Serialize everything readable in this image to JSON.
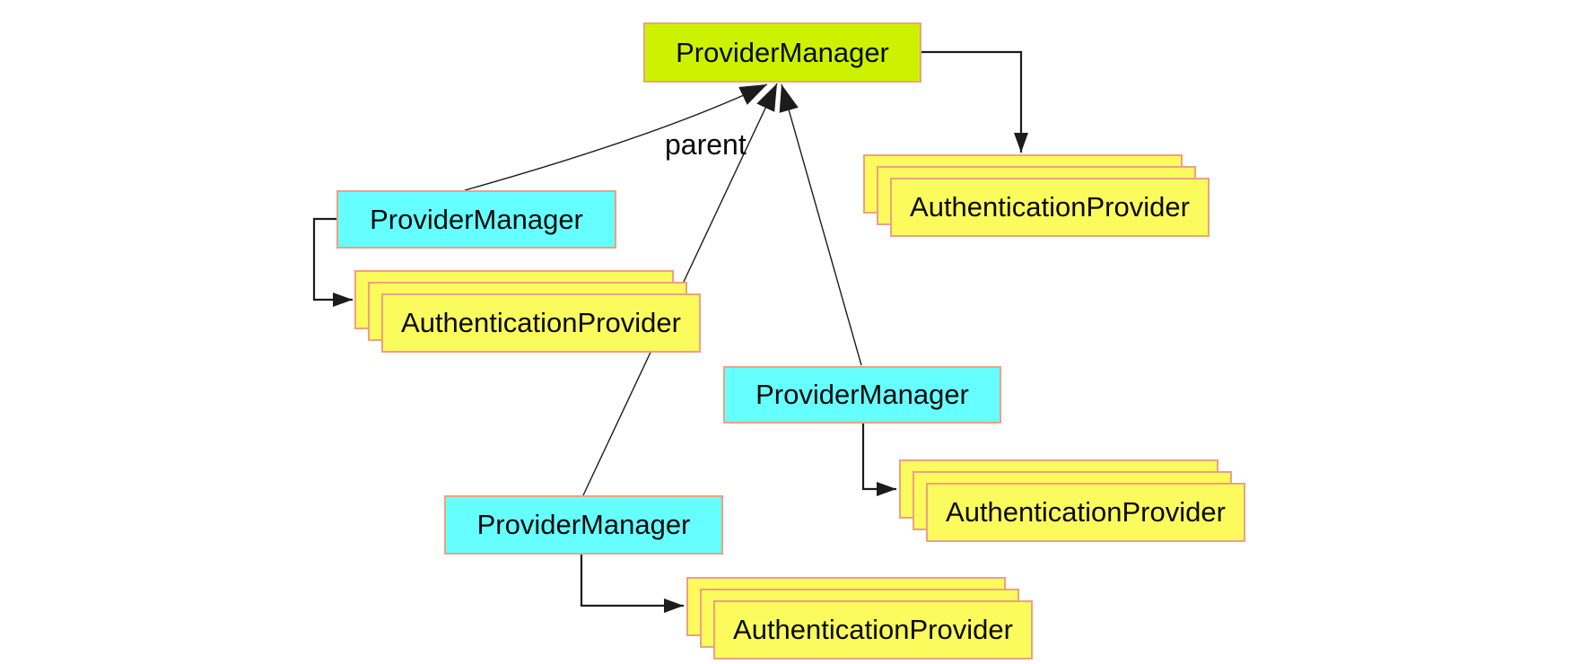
{
  "colors": {
    "root_fill": "#ccf202",
    "manager_fill": "#66ffff",
    "provider_fill": "#fbfb5d",
    "box_border": "#f0a080",
    "wire": "#1c1c1c"
  },
  "labels": {
    "edge_parent": "parent"
  },
  "nodes": {
    "root_provider_manager": {
      "label": "ProviderManager"
    },
    "left_provider_manager": {
      "label": "ProviderManager"
    },
    "mid_provider_manager": {
      "label": "ProviderManager"
    },
    "bottom_provider_manager": {
      "label": "ProviderManager"
    },
    "top_right_auth_providers": {
      "label": "AuthenticationProvider"
    },
    "left_auth_providers": {
      "label": "AuthenticationProvider"
    },
    "mid_right_auth_providers": {
      "label": "AuthenticationProvider"
    },
    "bottom_auth_providers": {
      "label": "AuthenticationProvider"
    }
  }
}
